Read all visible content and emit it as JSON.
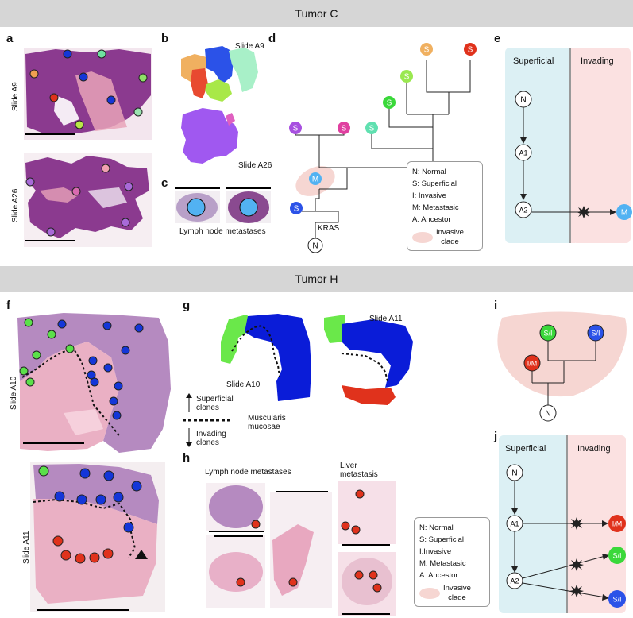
{
  "sections": {
    "tumor_c": "Tumor C",
    "tumor_h": "Tumor H"
  },
  "panels": {
    "a": "a",
    "b": "b",
    "c": "c",
    "d": "d",
    "e": "e",
    "f": "f",
    "g": "g",
    "h": "h",
    "i": "i",
    "j": "j"
  },
  "slides": {
    "a9": "Slide A9",
    "a26": "Slide A26",
    "a10": "Slide A10",
    "a11": "Slide A11"
  },
  "captions": {
    "lymph_node_mets_c": "Lymph node metastases",
    "lymph_node_mets_h": "Lymph node metastases",
    "liver_metastasis_line1": "Liver",
    "liver_metastasis_line2": "metastasis"
  },
  "g_legend": {
    "superficial_line1": "Superficial",
    "superficial_line2": "clones",
    "muscularis_line1": "Muscularis",
    "muscularis_line2": "mucosae",
    "invading_line1": "Invading",
    "invading_line2": "clones"
  },
  "tree_d": {
    "node_labels": [
      "S",
      "S",
      "S",
      "S",
      "S",
      "S",
      "S",
      "M",
      "S",
      "N"
    ],
    "mutation": "KRAS"
  },
  "legend": {
    "items": [
      "N: Normal",
      "S: Superficial",
      "I: Invasive",
      "M: Metastasic",
      "A: Ancestor"
    ],
    "invasive_line1": "Invasive",
    "invasive_line2": "clade"
  },
  "legend_h": {
    "items": [
      "N: Normal",
      "S: Superficial",
      "I:Invasive",
      "M: Metastasic",
      "A: Ancestor"
    ],
    "invasive_line1": "Invasive",
    "invasive_line2": "clade"
  },
  "panel_e": {
    "superficial": "Superficial",
    "invading": "Invading",
    "nodes": [
      "N",
      "A1",
      "A2",
      "M"
    ]
  },
  "panel_i": {
    "nodes": [
      "S/I",
      "S/I",
      "I/M",
      "N"
    ]
  },
  "panel_j": {
    "superficial": "Superficial",
    "invading": "Invading",
    "nodes": [
      "N",
      "A1",
      "A2",
      "I/M",
      "S/I",
      "S/I"
    ]
  },
  "colors": {
    "tissue": "#8b3a8f",
    "tissue_pink": "#e7a3b8",
    "superficial_bg": "#dcf0f4",
    "invading_bg": "#fbe1e1",
    "blue_clone": "#1436d8",
    "green_clone": "#4cdc3c",
    "red_clone": "#e0321c",
    "purple_clone": "#9a4ef2",
    "metastasis": "#52b2f2"
  }
}
